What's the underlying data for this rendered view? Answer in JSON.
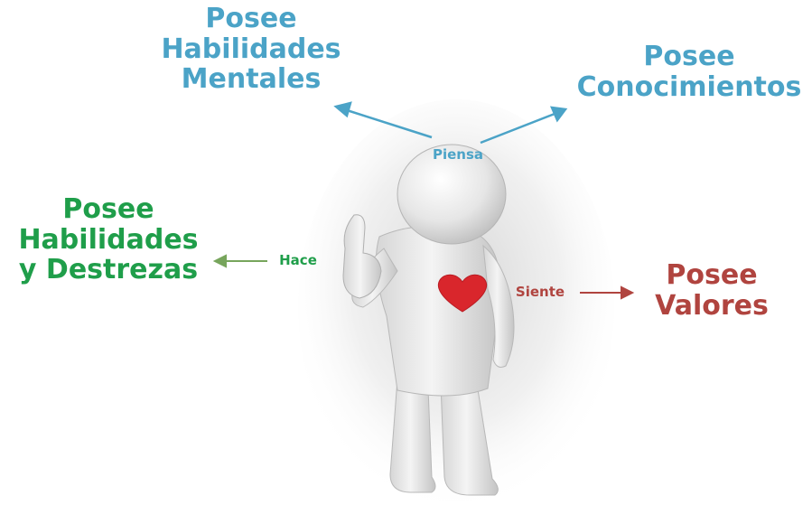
{
  "top_left": {
    "line1": "Posee",
    "line2": "Habilidades",
    "line3": "Mentales"
  },
  "top_right": {
    "line1": "Posee",
    "line2": "Conocimientos"
  },
  "left": {
    "line1": "Posee",
    "line2": "Habilidades",
    "line3": "y Destrezas"
  },
  "right": {
    "line1": "Posee",
    "line2": "Valores"
  },
  "verbs": {
    "think": "Piensa",
    "do": "Hace",
    "feel": "Siente"
  },
  "colors": {
    "think": "#4ba3c7",
    "do": "#1f9e4a",
    "feel": "#b0443f",
    "heart": "#d9262c",
    "figure": "#e8e8e8"
  }
}
